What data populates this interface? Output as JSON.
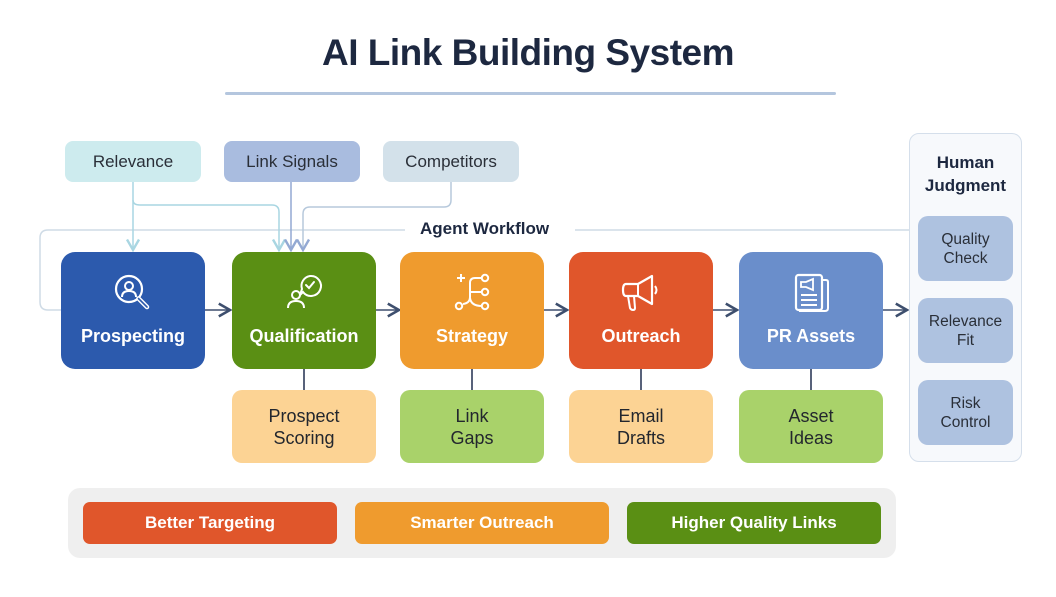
{
  "title": "AI Link Building System",
  "inputs": [
    {
      "label": "Relevance",
      "color": "#cdebee"
    },
    {
      "label": "Link Signals",
      "color": "#a9bcdf"
    },
    {
      "label": "Competitors",
      "color": "#d3e1ea"
    }
  ],
  "workflow_label": "Agent Workflow",
  "stages": [
    {
      "label": "Prospecting",
      "icon": "user-search-icon",
      "color": "#2c5aad"
    },
    {
      "label": "Qualification",
      "icon": "user-check-chat-icon",
      "color": "#5a8f14"
    },
    {
      "label": "Strategy",
      "icon": "branching-network-icon",
      "color": "#ef9b2e"
    },
    {
      "label": "Outreach",
      "icon": "megaphone-icon",
      "color": "#e0562b"
    },
    {
      "label": "PR Assets",
      "icon": "press-release-icon",
      "color": "#6a8ecb"
    }
  ],
  "stage_outputs": [
    {
      "line1": "Prospect",
      "line2": "Scoring",
      "color": "#fcd394",
      "stage": "Qualification"
    },
    {
      "line1": "Link",
      "line2": "Gaps",
      "color": "#a9d26a",
      "stage": "Strategy"
    },
    {
      "line1": "Email",
      "line2": "Drafts",
      "color": "#fcd394",
      "stage": "Outreach"
    },
    {
      "line1": "Asset",
      "line2": "Ideas",
      "color": "#a9d26a",
      "stage": "PR Assets"
    }
  ],
  "human_judgment": {
    "title_line1": "Human",
    "title_line2": "Judgment",
    "items": [
      {
        "line1": "Quality",
        "line2": "Check"
      },
      {
        "line1": "Relevance",
        "line2": "Fit"
      },
      {
        "line1": "Risk",
        "line2": "Control"
      }
    ]
  },
  "outcomes": [
    {
      "label": "Better Targeting",
      "color": "#e0562b"
    },
    {
      "label": "Smarter Outreach",
      "color": "#ef9b2e"
    },
    {
      "label": "Higher Quality Links",
      "color": "#5a8f14"
    }
  ]
}
